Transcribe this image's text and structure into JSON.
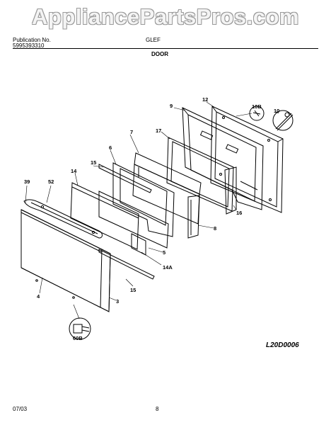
{
  "watermark": "AppliancePartsPros.com",
  "header": {
    "publication_label": "Publication No.",
    "publication_number": "5995393310",
    "model": "GLEF",
    "section_title": "DOOR"
  },
  "diagram": {
    "code": "L20D0006",
    "callouts": {
      "c12": "12",
      "c9": "9",
      "c10b": "10B",
      "c10": "10",
      "c17": "17",
      "c7": "7",
      "c6": "6",
      "c15a": "15",
      "c14": "14",
      "c39": "39",
      "c52": "52",
      "c16": "16",
      "c8": "8",
      "c5": "5",
      "c14a": "14A",
      "c15b": "15",
      "c4": "4",
      "c3": "3",
      "c60b": "60B"
    }
  },
  "footer": {
    "date": "07/03",
    "page": "8"
  }
}
